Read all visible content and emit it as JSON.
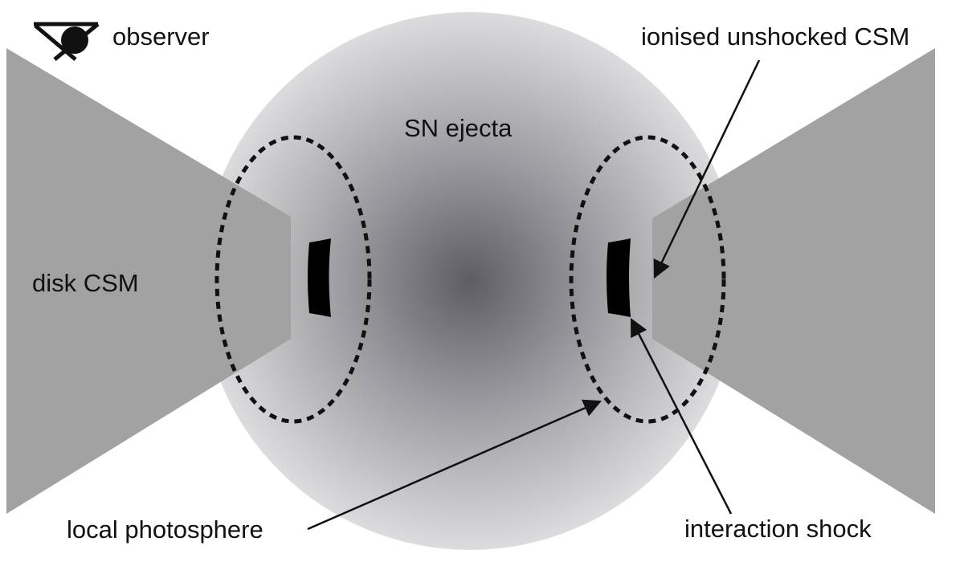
{
  "labels": {
    "observer": "observer",
    "sn_ejecta": "SN ejecta",
    "disk_csm": "disk CSM",
    "ionised_csm": "ionised unshocked CSM",
    "local_photosphere": "local photosphere",
    "interaction_shock": "interaction shock"
  },
  "icons": {
    "observer": "eye-icon"
  },
  "colors": {
    "background": "#ffffff",
    "disk": "#a2a2a2",
    "ejecta_center": "#5e5e62",
    "ejecta_edge": "#dcdcdf",
    "shock": "#000000",
    "photosphere_outline": "#111111",
    "text": "#111111"
  }
}
